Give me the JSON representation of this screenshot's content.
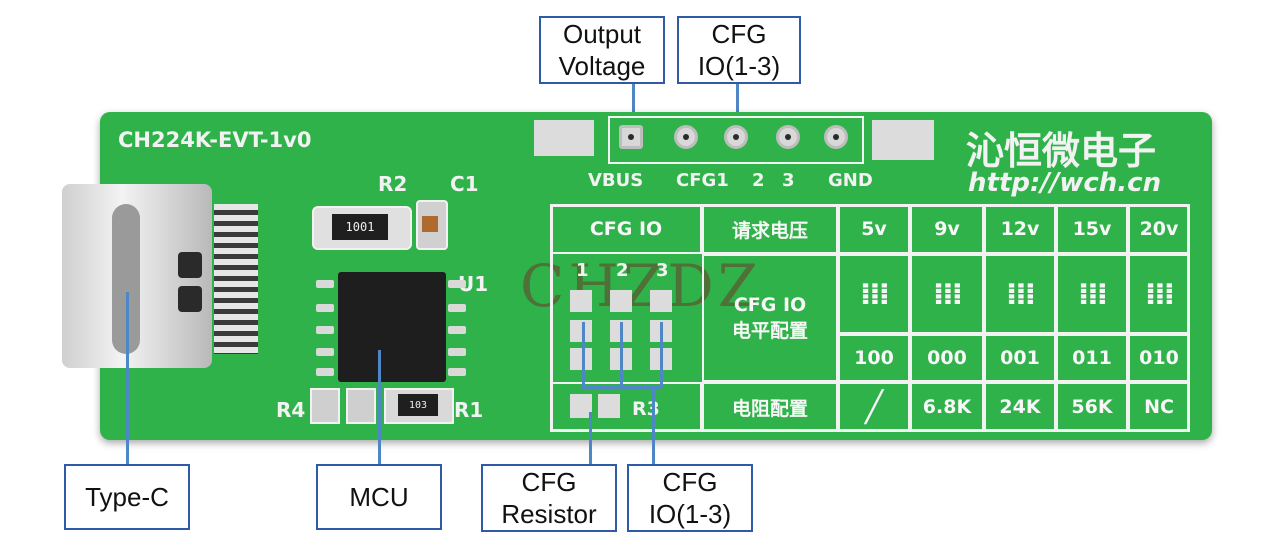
{
  "callouts": {
    "output_voltage": [
      "Output",
      "Voltage"
    ],
    "cfg_io_top": [
      "CFG",
      "IO(1-3)"
    ],
    "type_c": "Type-C",
    "mcu": "MCU",
    "cfg_resistor": [
      "CFG",
      "Resistor"
    ],
    "cfg_io_bottom": [
      "CFG",
      "IO(1-3)"
    ]
  },
  "board": {
    "name": "CH224K-EVT-1v0",
    "brand_cn": "沁恒微电子",
    "url": "http://wch.cn",
    "watermark": "CHZDZ",
    "header_pins": {
      "vbus": "VBUS",
      "cfg1": "CFG1",
      "two": "2",
      "three": "3",
      "gnd": "GND"
    },
    "labels": {
      "r2": "R2",
      "c1": "C1",
      "u1": "U1",
      "r4": "R4",
      "r1": "R1",
      "r3": "R3",
      "r2_code": "1001",
      "r1_code": "103"
    },
    "table": {
      "cfg_io": "CFG IO",
      "pin_nums": [
        "1",
        "2",
        "3"
      ],
      "request_voltage": "请求电压",
      "level_config": [
        "CFG IO",
        "电平配置"
      ],
      "resistor_config": "电阻配置",
      "voltages": [
        "5v",
        "9v",
        "12v",
        "15v",
        "20v"
      ],
      "codes": [
        "100",
        "000",
        "001",
        "011",
        "010"
      ],
      "resistors": [
        "6.8K",
        "24K",
        "56K",
        "NC"
      ]
    }
  },
  "colors": {
    "pcb": "#2fb24a",
    "silkscreen": "#f2f2f2",
    "callout_border": "#2e5aa8",
    "leader": "#4f86c6"
  }
}
